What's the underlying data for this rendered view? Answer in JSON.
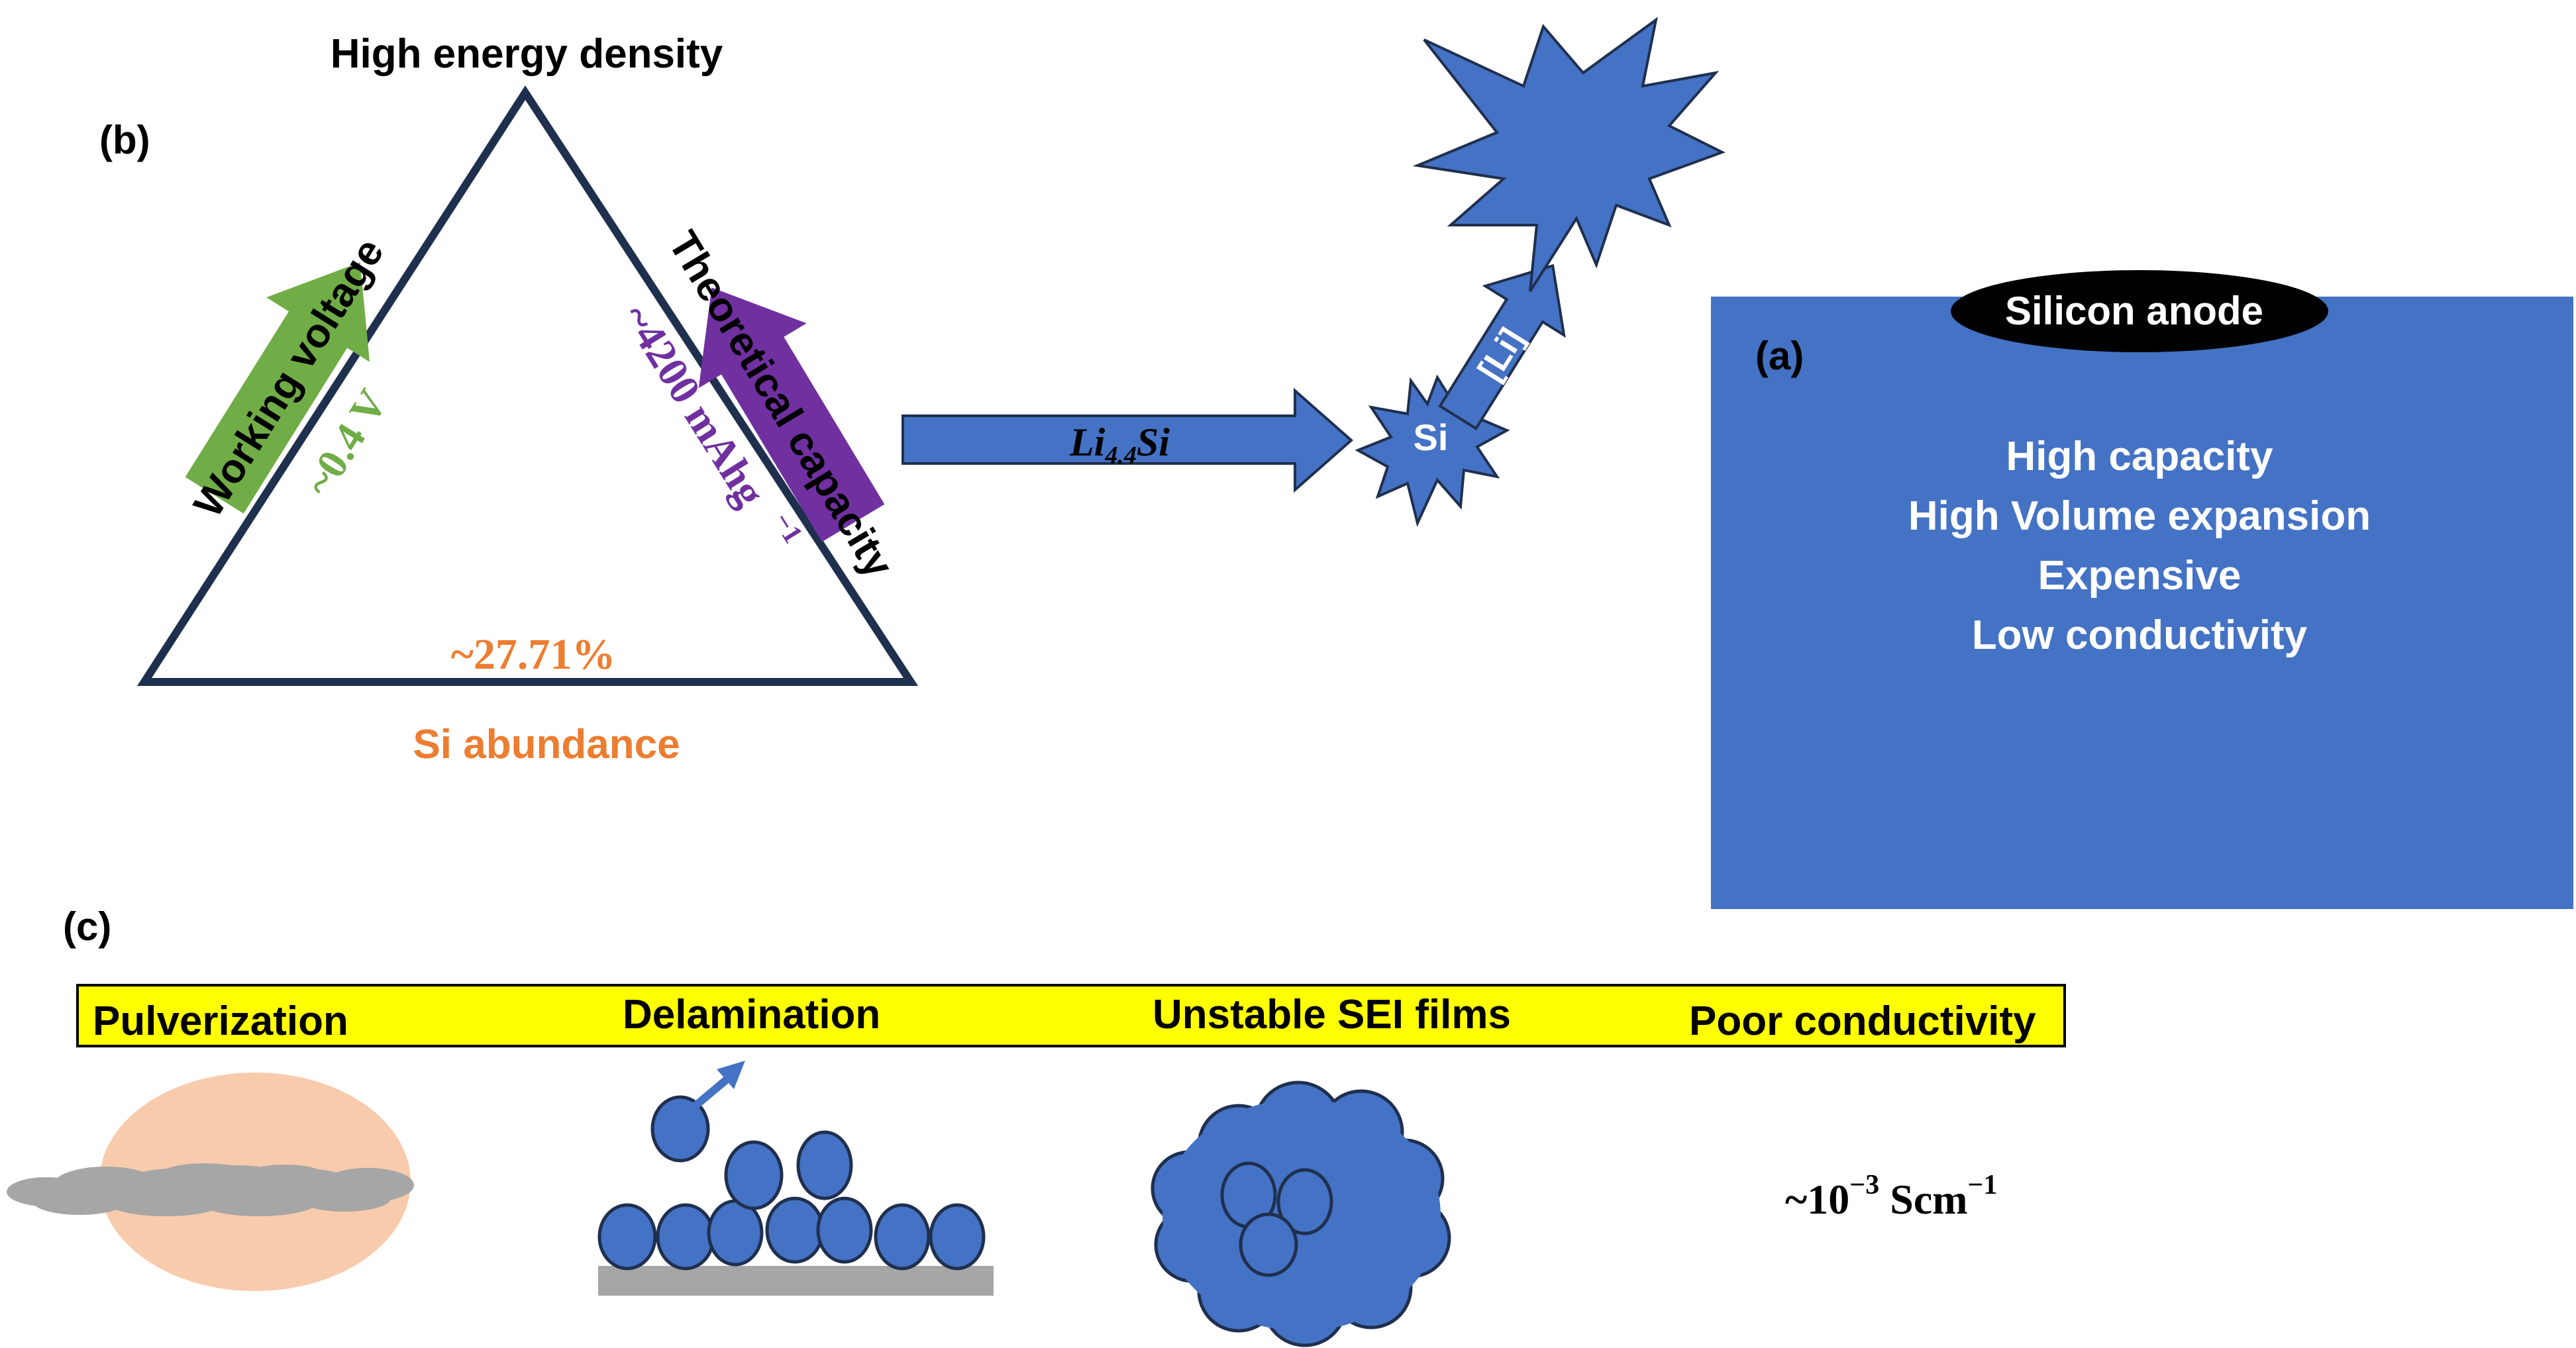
{
  "colors": {
    "blue": "#4472C4",
    "dark_navy": "#1F2F4E",
    "green": "#70AD47",
    "purple": "#7030A0",
    "orange": "#ED7D31",
    "yellow": "#FFFF00",
    "peach": "#F8CBAD",
    "gray": "#A6A6A6",
    "black": "#000000",
    "white": "#FFFFFF"
  },
  "panel_b": {
    "label": "(b)",
    "top_label": "High energy density",
    "bottom_label": "Si abundance",
    "left_arrow_label": "Working voltage",
    "left_value": "~0.4 V",
    "right_arrow_label": "Theoretical capacity",
    "right_value": "~4200 mAhg",
    "right_value_exp": "−1",
    "bottom_value": "~27.71%"
  },
  "reaction": {
    "arrow_label_base": "Li",
    "arrow_label_sub": "4.4",
    "arrow_label_tail": "Si",
    "si_label": "Si",
    "li_label": "[Li]"
  },
  "panel_a": {
    "label": "(a)",
    "title": "Silicon anode",
    "properties": [
      "High capacity",
      "High Volume expansion",
      "Expensive",
      "Low conductivity"
    ]
  },
  "panel_c": {
    "label": "(c)",
    "issues": [
      "Pulverization",
      "Delamination",
      "Unstable SEI films",
      "Poor conductivity"
    ],
    "conductivity_prefix": "~10",
    "conductivity_exp": "−3",
    "conductivity_unit": " Scm",
    "conductivity_unit_exp": "−1"
  }
}
